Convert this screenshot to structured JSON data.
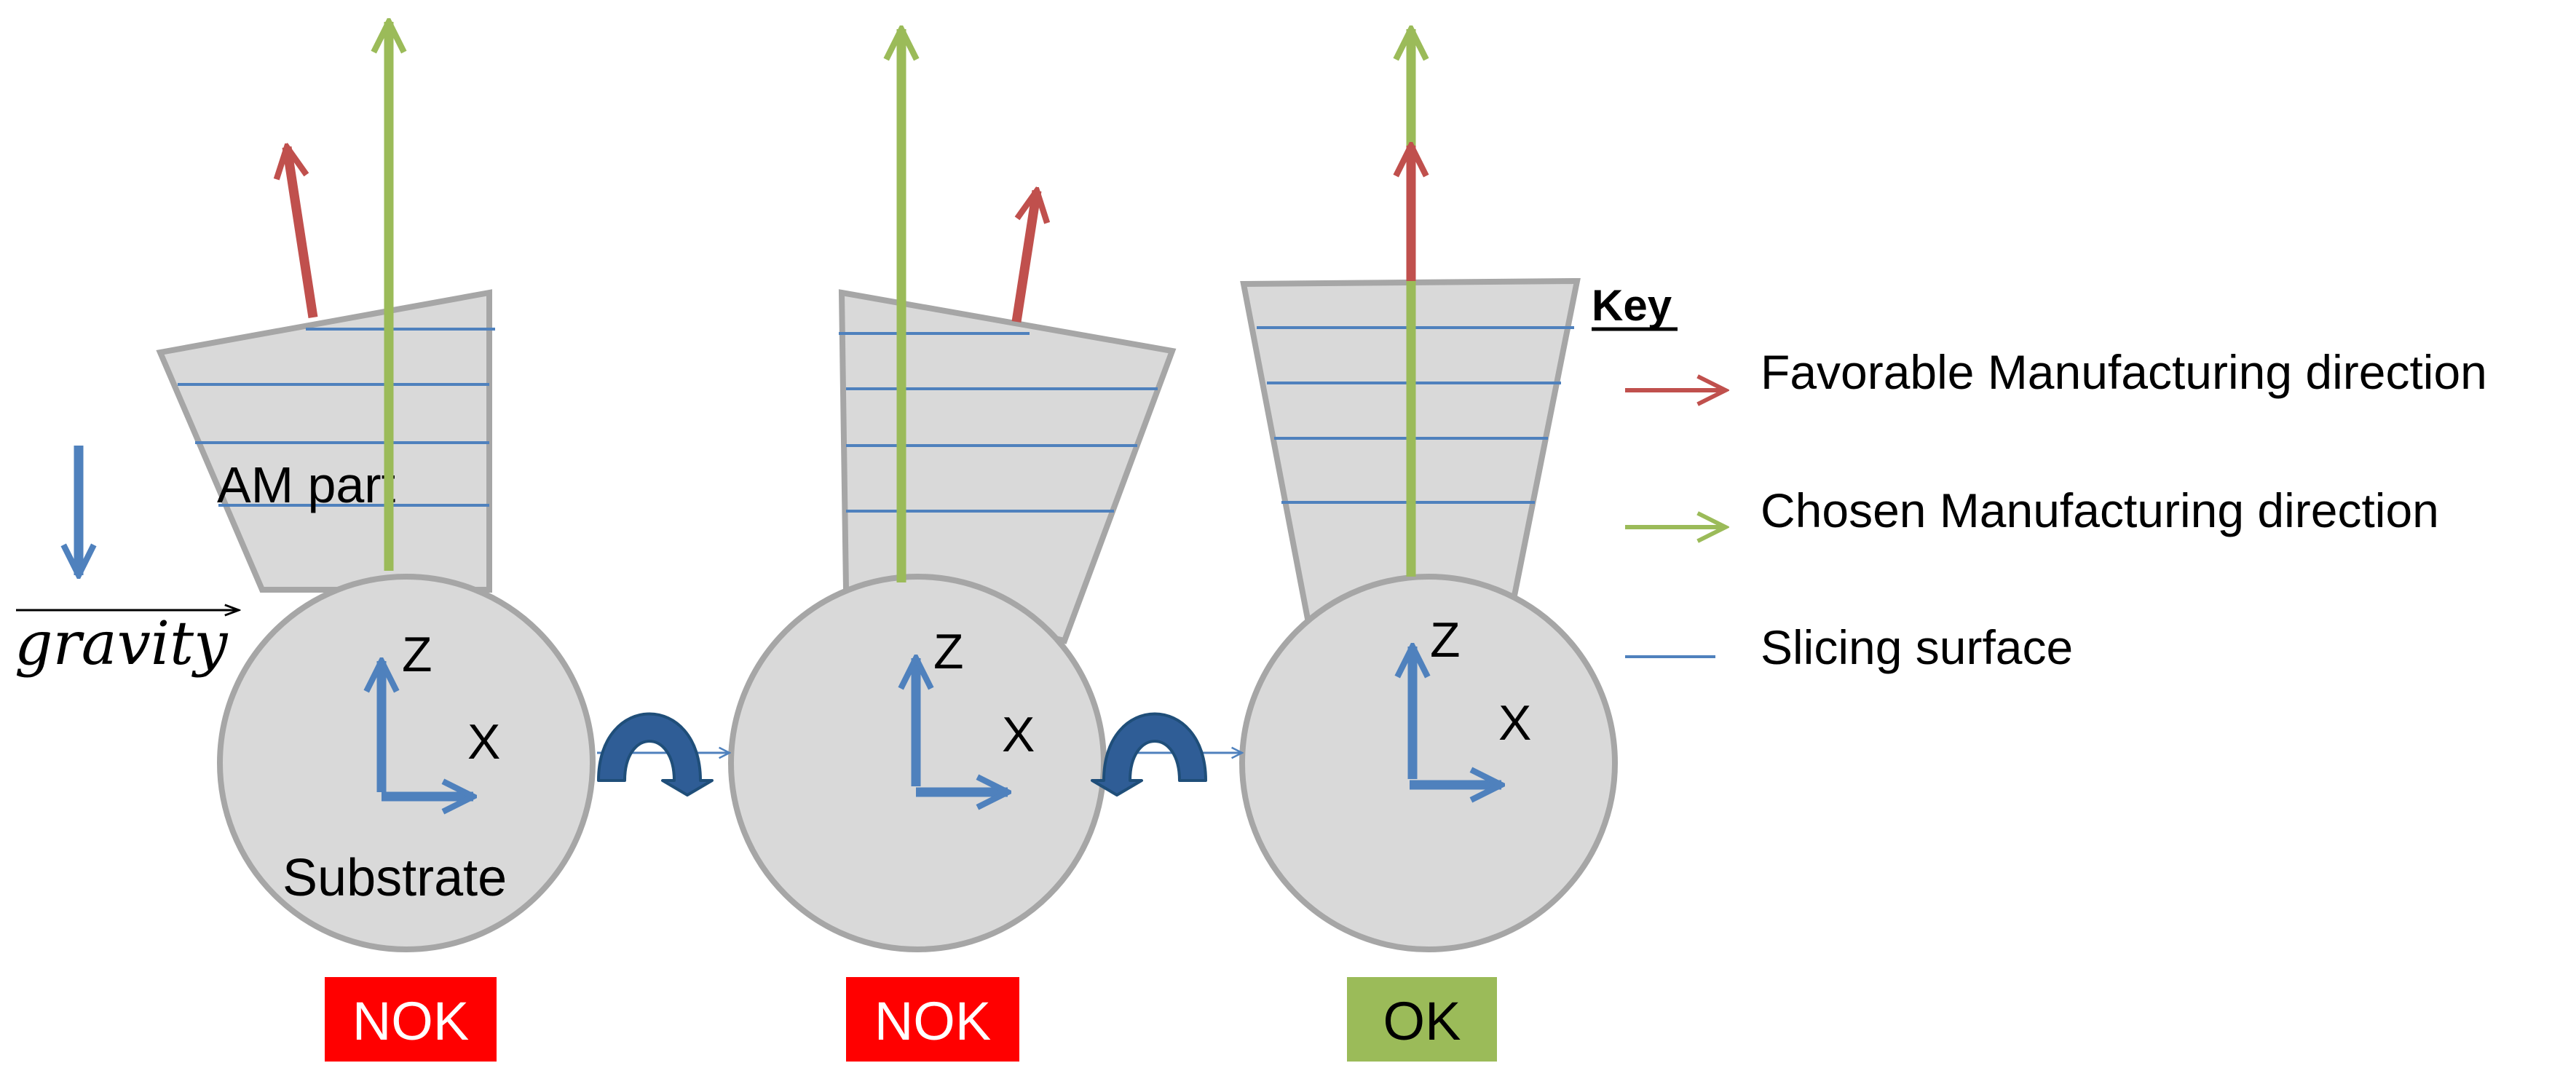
{
  "labels": {
    "am_part": "AM part",
    "gravity": "gravity",
    "substrate": "Substrate",
    "axis_z": "Z",
    "axis_x": "X"
  },
  "status": [
    "NOK",
    "NOK",
    "OK"
  ],
  "key": {
    "title": "Key",
    "items": [
      {
        "label": "Favorable Manufacturing direction",
        "color": "#c0504d"
      },
      {
        "label": "Chosen Manufacturing direction",
        "color": "#9bbb59"
      },
      {
        "label": "Slicing surface",
        "color": "#4f81bd"
      }
    ]
  },
  "colors": {
    "part_fill": "#d9d9d9",
    "outline": "#a6a6a6",
    "axis": "#4f81bd",
    "rotation_arrow": "#2f5d96",
    "nok": "#ff0000",
    "ok": "#9bbb59"
  }
}
